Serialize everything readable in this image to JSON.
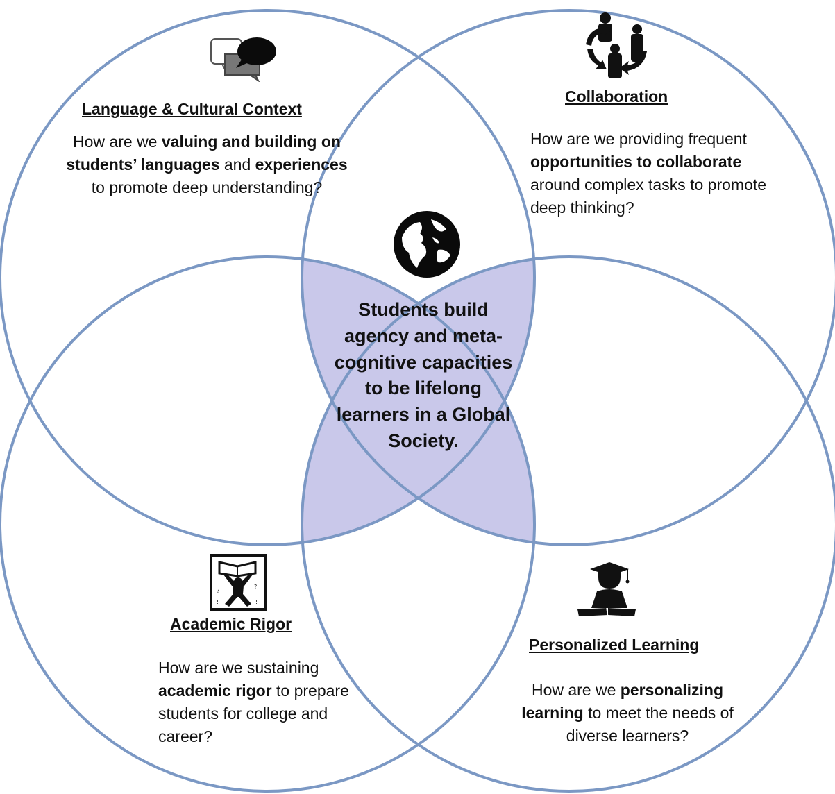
{
  "colors": {
    "circle_stroke": "#7b98c4",
    "center_fill": "#c9c8ea",
    "text": "#111111"
  },
  "center": {
    "icon": "globe-icon",
    "text": "Students build agency and meta-cognitive capacities to be lifelong learners in a Global Society."
  },
  "quadrants": {
    "language": {
      "icon": "speech-bubbles-icon",
      "heading": "Language & Cultural Context",
      "t1": "How are we ",
      "b1": "valuing and building on students’ languages",
      "t2": " and ",
      "b2": "experiences",
      "t3": " to promote deep understanding?"
    },
    "collaboration": {
      "icon": "people-cycle-icon",
      "heading": "Collaboration",
      "t1": "How are we providing frequent ",
      "b1": "opportunities to collaborate",
      "t2": " around complex tasks to promote deep thinking?"
    },
    "rigor": {
      "icon": "person-lifting-book-icon",
      "heading": "Academic Rigor",
      "t1": "How are we sustaining ",
      "b1": "academic rigor",
      "t2": " to prepare students for college and career?"
    },
    "personalized": {
      "icon": "graduate-reading-icon",
      "heading": "Personalized Learning",
      "t1": "How are we ",
      "b1": "personalizing learning",
      "t2": " to meet the needs of diverse learners?"
    }
  }
}
